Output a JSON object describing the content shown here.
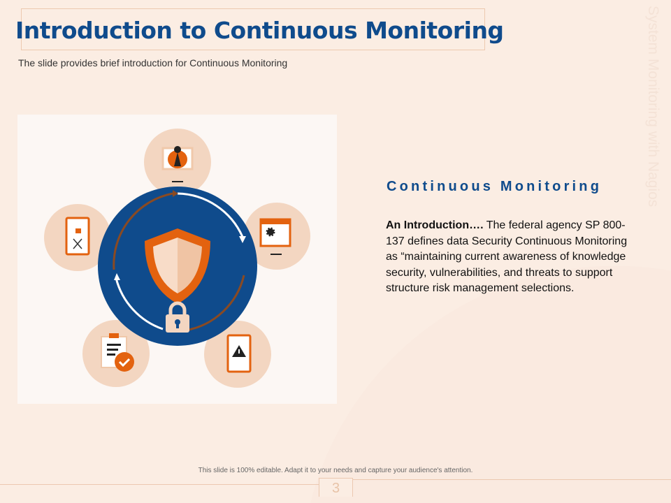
{
  "header": {
    "title": "Introduction to Continuous Monitoring",
    "subtitle": "The slide provides brief introduction for Continuous Monitoring"
  },
  "side_label": "System Monitoring with Nagios",
  "content": {
    "heading": "Continuous Monitoring",
    "lead": "An Introduction….",
    "body": " The federal agency SP 800-137 defines data Security Continuous Monitoring as “maintaining current awareness of knowledge security, vulnerabilities, and threats to support structure risk management selections."
  },
  "footer": {
    "note": "This slide is 100% editable.  Adapt it to your needs and capture your audience's attention.",
    "page_number": "3"
  },
  "colors": {
    "navy": "#0f4b8c",
    "orange": "#e3620f",
    "peach": "#f3d6c1",
    "background": "#fbede3"
  },
  "icons": [
    "shield-icon",
    "padlock-icon",
    "bug-monitor-icon",
    "gear-window-icon",
    "phone-unlock-icon",
    "clipboard-check-icon",
    "phone-warning-icon"
  ]
}
